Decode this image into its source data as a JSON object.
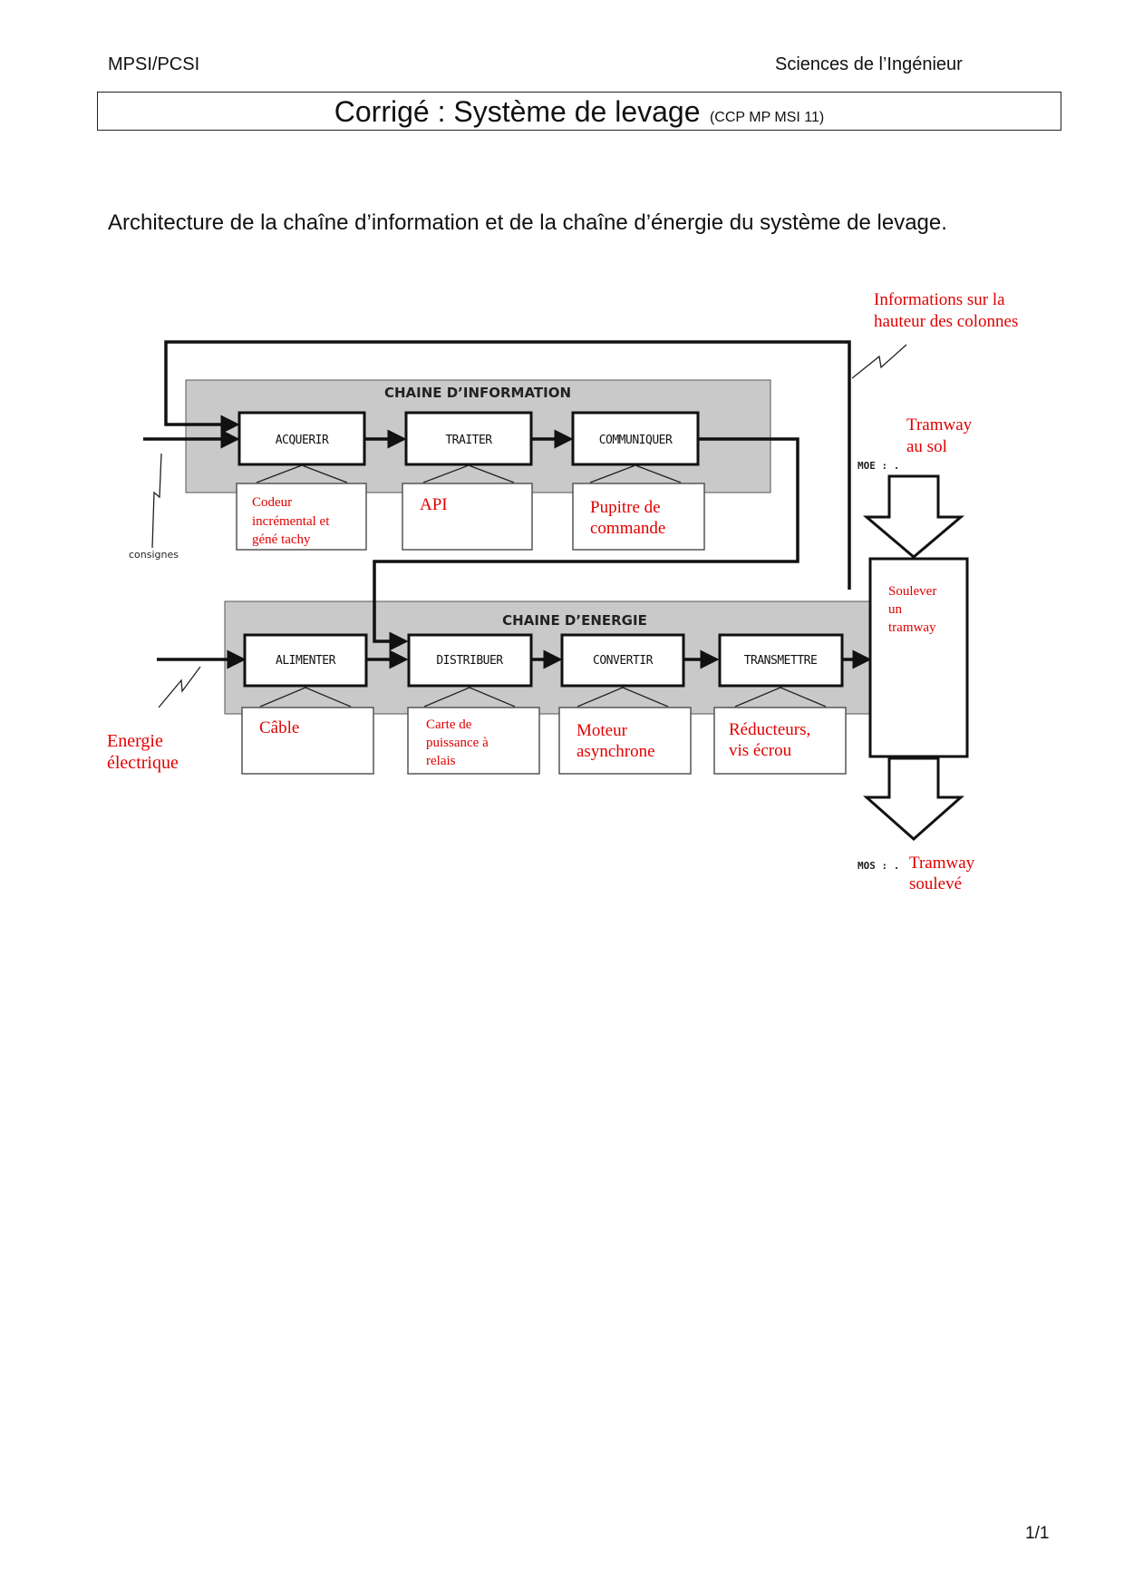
{
  "header": {
    "left": "MPSI/PCSI",
    "right": "Sciences de l’Ingénieur"
  },
  "title": {
    "main": "Corrigé : Système de levage",
    "sub": "(CCP MP MSI 11)"
  },
  "intro": "Architecture de la chaîne d’information et de la chaîne d’énergie du système de levage.",
  "diagram": {
    "info_chain": {
      "title": "CHAINE D’INFORMATION",
      "functions": [
        "ACQUERIR",
        "TRAITER",
        "COMMUNIQUER"
      ],
      "components": [
        [
          "Codeur",
          "incrémental  et",
          "géné tachy"
        ],
        [
          "API"
        ],
        [
          "Pupitre de",
          "commande"
        ]
      ]
    },
    "energy_chain": {
      "title": "CHAINE D’ENERGIE",
      "functions": [
        "ALIMENTER",
        "DISTRIBUER",
        "CONVERTIR",
        "TRANSMETTRE"
      ],
      "components": [
        [
          "Câble"
        ],
        [
          "Carte de",
          "puissance à",
          "relais"
        ],
        [
          "Moteur",
          "asynchrone"
        ],
        [
          "Réducteurs,",
          "vis écrou"
        ]
      ]
    },
    "consignes": "consignes",
    "energy_input": [
      "Energie",
      "électrique"
    ],
    "feedback_info": [
      "Informations sur la",
      "hauteur des colonnes"
    ],
    "moe_label": "MOE : .",
    "mos_label": "MOS : .",
    "moe_value": [
      "Tramway",
      "au sol"
    ],
    "mos_value": [
      "Tramway",
      "soulevé"
    ],
    "action": [
      "Soulever",
      "un",
      "tramway"
    ]
  },
  "page_number": "1/1"
}
